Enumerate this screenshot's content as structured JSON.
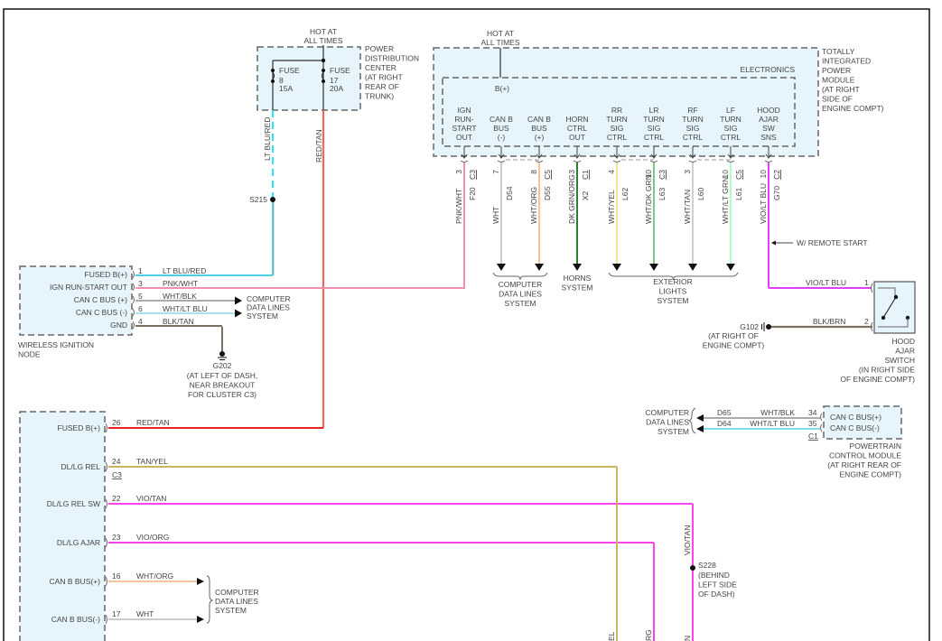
{
  "diagram": {
    "power_distribution_center": {
      "hot_label": [
        "HOT AT",
        "ALL TIMES"
      ],
      "name_lines": [
        "POWER",
        "DISTRIBUTION",
        "CENTER",
        "(AT RIGHT",
        "REAR OF",
        "TRUNK)"
      ],
      "fuses": [
        {
          "label": "FUSE",
          "number": "8",
          "rating": "15A"
        },
        {
          "label": "FUSE",
          "number": "17",
          "rating": "20A"
        }
      ]
    },
    "tipm": {
      "hot_label": [
        "HOT AT",
        "ALL TIMES"
      ],
      "name_lines": [
        "TOTALLY",
        "INTEGRATED",
        "POWER",
        "MODULE",
        "(AT RIGHT",
        "SIDE OF",
        "ENGINE COMPT)"
      ],
      "inner_label": "ELECTRONICS",
      "bplus_label": "B(+)",
      "pins": [
        {
          "lines": [
            "IGN",
            "RUN-",
            "START",
            "OUT"
          ],
          "pin": "3",
          "conn": "C3",
          "wire_color": "PNK/WHT",
          "circuit": "F20",
          "color": "#f48fb1"
        },
        {
          "lines": [
            "CAN B",
            "BUS",
            "(-)"
          ],
          "pin": "7",
          "conn": "",
          "wire_color": "WHT",
          "circuit": "D54",
          "color": "#cccccc"
        },
        {
          "lines": [
            "CAN B",
            "BUS",
            "(+)"
          ],
          "pin": "8",
          "conn": "C5",
          "wire_color": "WHT/ORG",
          "circuit": "D55",
          "color": "#f5c49a"
        },
        {
          "lines": [
            "HORN",
            "CTRL",
            "OUT"
          ],
          "pin": "3",
          "conn": "C1",
          "wire_color": "DK GRN/ORG",
          "circuit": "X2",
          "color": "#2e7d32"
        },
        {
          "lines": [
            "RR",
            "TURN",
            "SIG",
            "CTRL"
          ],
          "pin": "4",
          "conn": "",
          "wire_color": "WHT/YEL",
          "circuit": "L62",
          "color": "#f0e68c"
        },
        {
          "lines": [
            "LR",
            "TURN",
            "SIG",
            "CTRL"
          ],
          "pin": "10",
          "conn": "C3",
          "wire_color": "WHT/DK GRN",
          "circuit": "L63",
          "color": "#81c784"
        },
        {
          "lines": [
            "RF",
            "TURN",
            "SIG",
            "CTRL"
          ],
          "pin": "3",
          "conn": "",
          "wire_color": "WHT/TAN",
          "circuit": "L60",
          "color": "#d7ccc8"
        },
        {
          "lines": [
            "LF",
            "TURN",
            "SIG",
            "CTRL"
          ],
          "pin": "10",
          "conn": "C5",
          "wire_color": "WHT/LT GRN",
          "circuit": "L61",
          "color": "#b9f6ca"
        },
        {
          "lines": [
            "HOOD",
            "AJAR",
            "SW",
            "SNS"
          ],
          "pin": "10",
          "conn": "C2",
          "wire_color": "VIO/LT BLU",
          "circuit": "G70",
          "color": "#e040fb"
        }
      ],
      "destinations": [
        {
          "lines": [
            "COMPUTER",
            "DATA LINES",
            "SYSTEM"
          ]
        },
        {
          "lines": [
            "HORNS",
            "SYSTEM"
          ]
        },
        {
          "lines": [
            "EXTERIOR",
            "LIGHTS",
            "SYSTEM"
          ]
        }
      ]
    },
    "splices": {
      "s215": "S215",
      "s228": {
        "name": "S228",
        "lines": [
          "(BEHIND",
          "LEFT SIDE",
          "OF DASH)"
        ]
      }
    },
    "fuse8_wire": "LT BLU/RED",
    "fuse17_wire": "RED/TAN",
    "remote_start_note": "W/ REMOTE START",
    "wireless_ignition_node": {
      "name_lines": [
        "WIRELESS IGNITION",
        "NODE"
      ],
      "pins": [
        {
          "label": "FUSED B(+)",
          "pin": "1",
          "wire": "LT BLU/RED"
        },
        {
          "label": "IGN RUN-START OUT",
          "pin": "3",
          "wire": "PNK/WHT"
        },
        {
          "label": "CAN C BUS (+)",
          "pin": "5",
          "wire": "WHT/BLK"
        },
        {
          "label": "CAN C BUS (-)",
          "pin": "6",
          "wire": "WHT/LT BLU"
        },
        {
          "label": "GND",
          "pin": "4",
          "wire": "BLK/TAN"
        }
      ],
      "dest_lines": [
        "COMPUTER",
        "DATA LINES",
        "SYSTEM"
      ]
    },
    "ground_g202": {
      "name": "G202",
      "lines": [
        "(AT LEFT OF DASH,",
        "NEAR BREAKOUT",
        "FOR CLUSTER C3)"
      ]
    },
    "ground_g102": {
      "name": "G102",
      "lines": [
        "(AT RIGHT OF",
        "ENGINE COMPT)"
      ]
    },
    "hood_ajar_switch": {
      "pins": [
        {
          "pin": "1",
          "wire": "VIO/LT BLU"
        },
        {
          "pin": "2",
          "wire": "BLK/BRN"
        }
      ],
      "name_lines": [
        "HOOD",
        "AJAR",
        "SWITCH",
        "(IN RIGHT SIDE",
        "OF ENGINE COMPT)"
      ]
    },
    "pcm": {
      "pins": [
        {
          "label": "CAN C BUS(+)",
          "pin": "34",
          "wire": "WHT/BLK",
          "circuit": "D65"
        },
        {
          "label": "CAN C BUS(-)",
          "pin": "35",
          "wire": "WHT/LT BLU",
          "circuit": "D64"
        }
      ],
      "conn": "C1",
      "name_lines": [
        "POWERTRAIN",
        "CONTROL MODULE",
        "(AT RIGHT REAR OF",
        "ENGINE COMPT)"
      ],
      "dest_lines": [
        "COMPUTER",
        "DATA LINES",
        "SYSTEM"
      ]
    },
    "cluster_module": {
      "pins": [
        {
          "label": "FUSED B(+)",
          "pin": "26",
          "wire": "RED/TAN"
        },
        {
          "label": "DL/LG REL",
          "pin": "24",
          "wire": "TAN/YEL",
          "conn": "C3"
        },
        {
          "label": "DL/LG REL SW",
          "pin": "22",
          "wire": "VIO/TAN"
        },
        {
          "label": "DL/LG AJAR",
          "pin": "23",
          "wire": "VIO/ORG"
        },
        {
          "label": "CAN B BUS(+)",
          "pin": "16",
          "wire": "WHT/ORG"
        },
        {
          "label": "CAN B BUS(-)",
          "pin": "17",
          "wire": "WHT"
        }
      ],
      "dest_lines": [
        "COMPUTER",
        "DATA LINES",
        "SYSTEM"
      ],
      "s228_wire": "VIO/TAN",
      "bottom_cut_labels": [
        "EL",
        "RG",
        "N"
      ]
    }
  }
}
